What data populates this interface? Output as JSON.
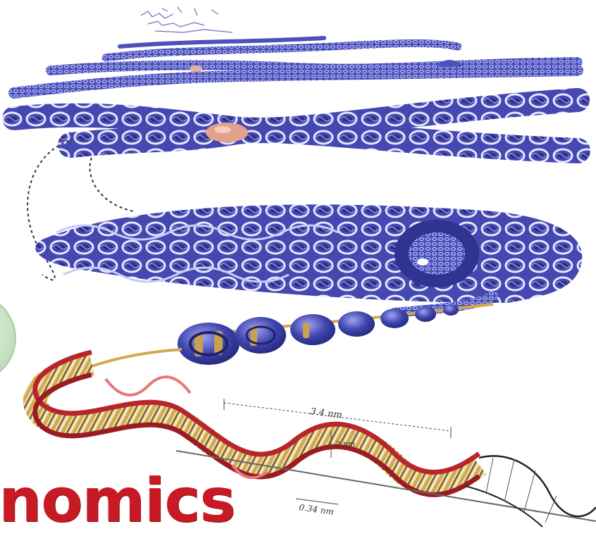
{
  "figure": {
    "caption_text": "nomics",
    "annotations": {
      "helix_pitch": "3.4 nm",
      "helix_width": "0.34 nm",
      "helix_scale": "2 nm"
    }
  },
  "colors": {
    "caption": "#c81a24",
    "chromatin": "#4a4fb8",
    "chromatin_dark": "#2d308a",
    "chromatin_light": "#a9acef",
    "dna_backbone": "#b8262b",
    "dna_rungs": "#d8b25a",
    "histone": "#3e46a8",
    "centromere": "#e3a08a",
    "sphere": "#d5ead2"
  },
  "icons": [
    "chromosome-illustration",
    "nucleosome-icon",
    "dna-helix-icon"
  ]
}
